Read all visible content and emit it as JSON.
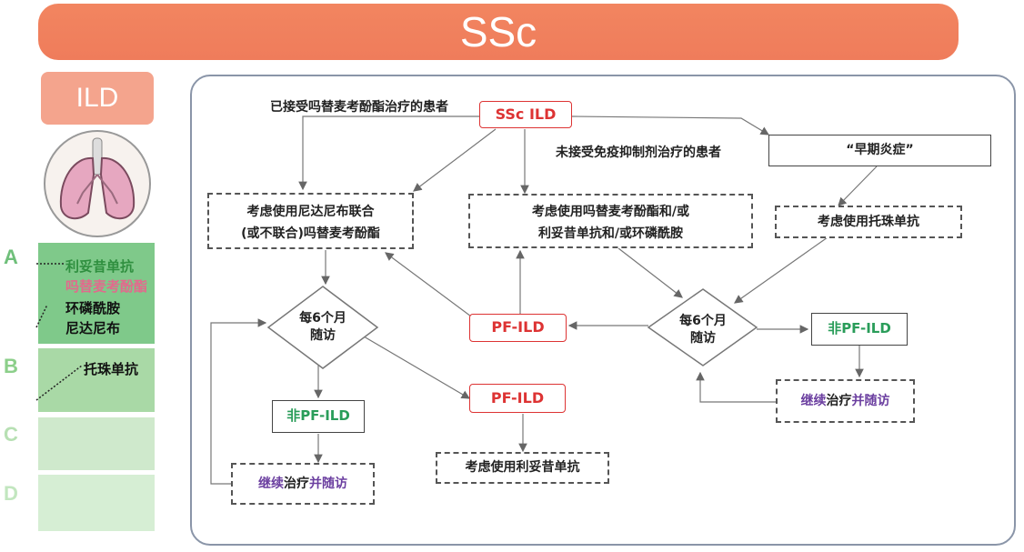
{
  "header": {
    "title": "SSc",
    "section_tag": "ILD"
  },
  "sidebar": {
    "grades": [
      {
        "letter": "A",
        "drugs": [
          "利妥昔单抗",
          "吗替麦考酚酯",
          "环磷酰胺",
          "尼达尼布"
        ]
      },
      {
        "letter": "B",
        "drugs": [
          "托珠单抗"
        ]
      },
      {
        "letter": "C",
        "drugs": []
      },
      {
        "letter": "D",
        "drugs": []
      }
    ],
    "icon": "lungs-icon"
  },
  "flow": {
    "start": "SSc ILD",
    "label_treated": "已接受吗替麦考酚酯治疗的患者",
    "label_untreated": "未接受免疫抑制剂治疗的患者",
    "early_inflammation": "“早期炎症”",
    "consider_tocilizumab": "考虑使用托珠单抗",
    "consider_nintedanib_line1": "考虑使用尼达尼布联合",
    "consider_nintedanib_line2": "(或不联合)吗替麦考酚酯",
    "consider_mmf_line1": "考虑使用吗替麦考酚酯和/或",
    "consider_mmf_line2": "利妥昔单抗和/或环磷酰胺",
    "followup_left_line1": "每6个月",
    "followup_left_line2": "随访",
    "followup_right_line1": "每6个月",
    "followup_right_line2": "随访",
    "pf_ild_middle": "PF-ILD",
    "pf_ild_lower": "PF-ILD",
    "non_pf_left": "非PF-ILD",
    "non_pf_right": "非PF-ILD",
    "continue_left": {
      "a": "继续",
      "b": "治疗",
      "c": "并随访"
    },
    "continue_right": {
      "a": "继续",
      "b": "治疗",
      "c": "并随访"
    },
    "consider_rituximab": "考虑使用利妥昔单抗"
  },
  "colors": {
    "banner": "#ef7c5b",
    "red": "#d33333",
    "green": "#2a9d5a",
    "purple": "#6b3fa0",
    "pink": "#e26a8d"
  }
}
